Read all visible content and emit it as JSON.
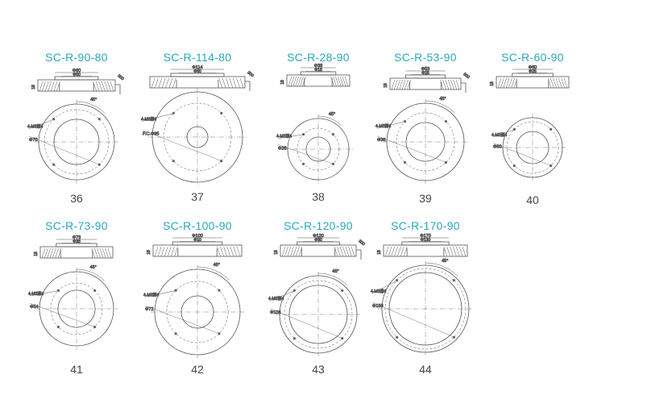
{
  "items": [
    {
      "model": "SC-R-90-80",
      "number": "36",
      "d_outer": "Φ80",
      "d_inner": "Φ50",
      "height": "18",
      "angle": "45°",
      "holes": "4-M3深4",
      "pcd": "Φ70",
      "cable": "300"
    },
    {
      "model": "SC-R-114-80",
      "number": "37",
      "d_outer": "Φ114",
      "d_inner": "Φ60",
      "height": "",
      "angle": "",
      "holes": "4-M3深4",
      "pcd": "P.C.Φ95",
      "cable": "300"
    },
    {
      "model": "SC-R-28-90",
      "number": "38",
      "d_outer": "Φ38",
      "d_inner": "Φ18",
      "height": "18",
      "angle": "45°",
      "holes": "4-M3深4",
      "pcd": "Φ28",
      "cable": ""
    },
    {
      "model": "SC-R-53-90",
      "number": "39",
      "d_outer": "Φ53",
      "d_inner": "Φ25",
      "height": "18",
      "angle": "45°",
      "holes": "4-M3深4",
      "pcd": "Φ36",
      "cable": "300"
    },
    {
      "model": "SC-R-60-90",
      "number": "40",
      "d_outer": "Φ60",
      "d_inner": "Φ25",
      "height": "18",
      "angle": "",
      "holes": "4-M3深4",
      "pcd": "Φ50",
      "cable": ""
    },
    {
      "model": "SC-R-73-90",
      "number": "41",
      "d_outer": "Φ73",
      "d_inner": "Φ38",
      "height": "18",
      "angle": "45°",
      "holes": "4-M3深4",
      "pcd": "Φ54",
      "cable": ""
    },
    {
      "model": "SC-R-100-90",
      "number": "42",
      "d_outer": "Φ100",
      "d_inner": "Φ10",
      "height": "18",
      "angle": "45°",
      "holes": "4-M3深4",
      "pcd": "Φ72",
      "cable": ""
    },
    {
      "model": "SC-R-120-90",
      "number": "43",
      "d_outer": "Φ120",
      "d_inner": "Φ80",
      "height": "18",
      "angle": "45°",
      "holes": "4-M3深4",
      "pcd": "Φ106",
      "cable": "300"
    },
    {
      "model": "SC-R-170-90",
      "number": "44",
      "d_outer": "Φ170",
      "d_inner": "Φ130",
      "height": "18",
      "angle": "45°",
      "holes": "4-M3深4",
      "pcd": "Φ150",
      "cable": ""
    }
  ],
  "colors": {
    "title": "#2aa7bd",
    "line": "#555555",
    "number": "#444444"
  }
}
